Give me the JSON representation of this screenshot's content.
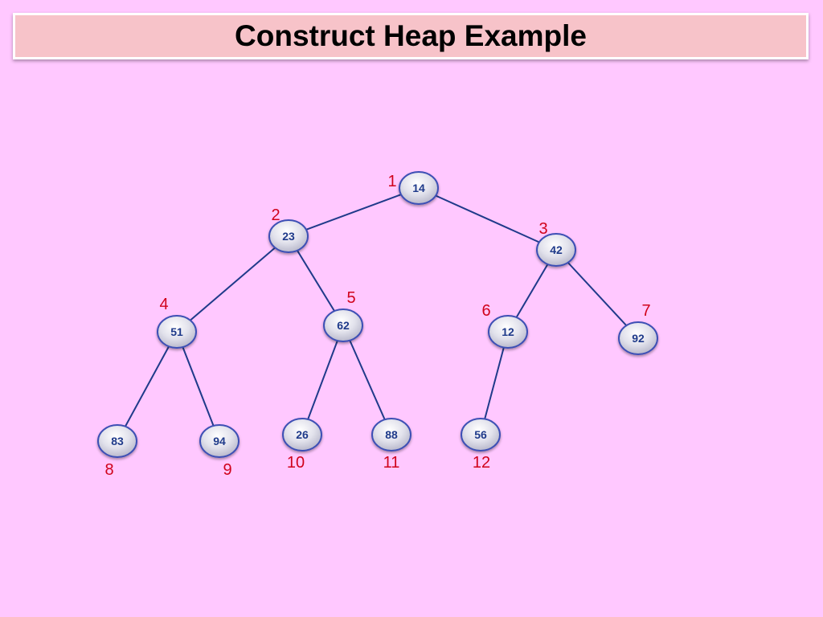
{
  "title": "Construct Heap Example",
  "colors": {
    "background": "#ffc8ff",
    "title_bar": "#f7c3c9",
    "edge": "#1f3a8a",
    "node_text": "#1f3a8a",
    "index_text": "#d0021b"
  },
  "nodes": [
    {
      "index": "1",
      "value": "14"
    },
    {
      "index": "2",
      "value": "23"
    },
    {
      "index": "3",
      "value": "42"
    },
    {
      "index": "4",
      "value": "51"
    },
    {
      "index": "5",
      "value": "62"
    },
    {
      "index": "6",
      "value": "12"
    },
    {
      "index": "7",
      "value": "92"
    },
    {
      "index": "8",
      "value": "83"
    },
    {
      "index": "9",
      "value": "94"
    },
    {
      "index": "10",
      "value": "26"
    },
    {
      "index": "11",
      "value": "88"
    },
    {
      "index": "12",
      "value": "56"
    }
  ],
  "edges": [
    [
      "1",
      "2"
    ],
    [
      "1",
      "3"
    ],
    [
      "2",
      "4"
    ],
    [
      "2",
      "5"
    ],
    [
      "3",
      "6"
    ],
    [
      "3",
      "7"
    ],
    [
      "4",
      "8"
    ],
    [
      "4",
      "9"
    ],
    [
      "5",
      "10"
    ],
    [
      "5",
      "11"
    ],
    [
      "6",
      "12"
    ]
  ]
}
